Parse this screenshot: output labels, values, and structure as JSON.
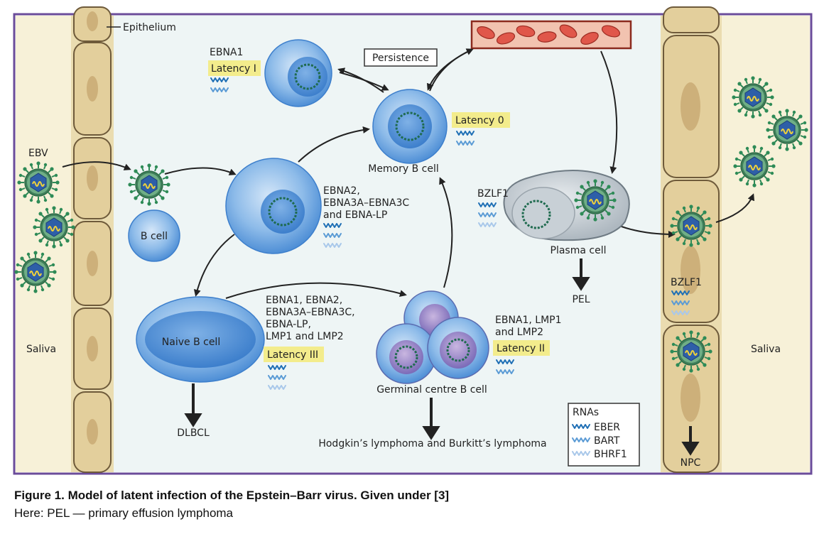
{
  "labels": {
    "epithelium": "Epithelium",
    "ebv": "EBV",
    "saliva_left": "Saliva",
    "saliva_right": "Saliva",
    "b_cell": "B cell",
    "persistence": "Persistence",
    "memory_b_cell": "Memory B cell",
    "naive_b_cell": "Naive B cell",
    "germinal_centre_b_cell": "Germinal centre B cell",
    "plasma_cell": "Plasma cell",
    "dlbcl": "DLBCL",
    "hodgkin_burkitt": "Hodgkin’s lymphoma and Burkitt’s lymphoma",
    "pel": "PEL",
    "npc": "NPC",
    "bzlf1_plasma": "BZLF1",
    "bzlf1_epithelium": "BZLF1"
  },
  "latency": {
    "latency_1": {
      "genes": [
        "EBNA1"
      ],
      "label": "Latency I"
    },
    "latency_0": {
      "label": "Latency 0"
    },
    "activated": {
      "genes": [
        "EBNA2,",
        "EBNA3A–EBNA3C",
        "and EBNA-LP"
      ]
    },
    "latency_3": {
      "genes": [
        "EBNA1, EBNA2,",
        "EBNA3A–EBNA3C,",
        "EBNA-LP,",
        "LMP1 and LMP2"
      ],
      "label": "Latency III"
    },
    "latency_2": {
      "genes": [
        "EBNA1, LMP1",
        "and LMP2"
      ],
      "label": "Latency II"
    }
  },
  "legend": {
    "title": "RNAs",
    "items": [
      "EBER",
      "BART",
      "BHRF1"
    ]
  },
  "colors": {
    "eber": "#1f6fb5",
    "bart": "#5b9bd5",
    "bhrf1": "#a9c8ea",
    "latency_highlight": "#f3ec8c",
    "frame": "#6b4c9a",
    "cell_blue": "#4f8fd6",
    "virus_green": "#2e8b57"
  },
  "caption": {
    "title": "Figure 1. Model of latent infection of the Epstein–Barr virus. Given under [3]",
    "note": "Here: PEL — primary effusion lymphoma"
  }
}
